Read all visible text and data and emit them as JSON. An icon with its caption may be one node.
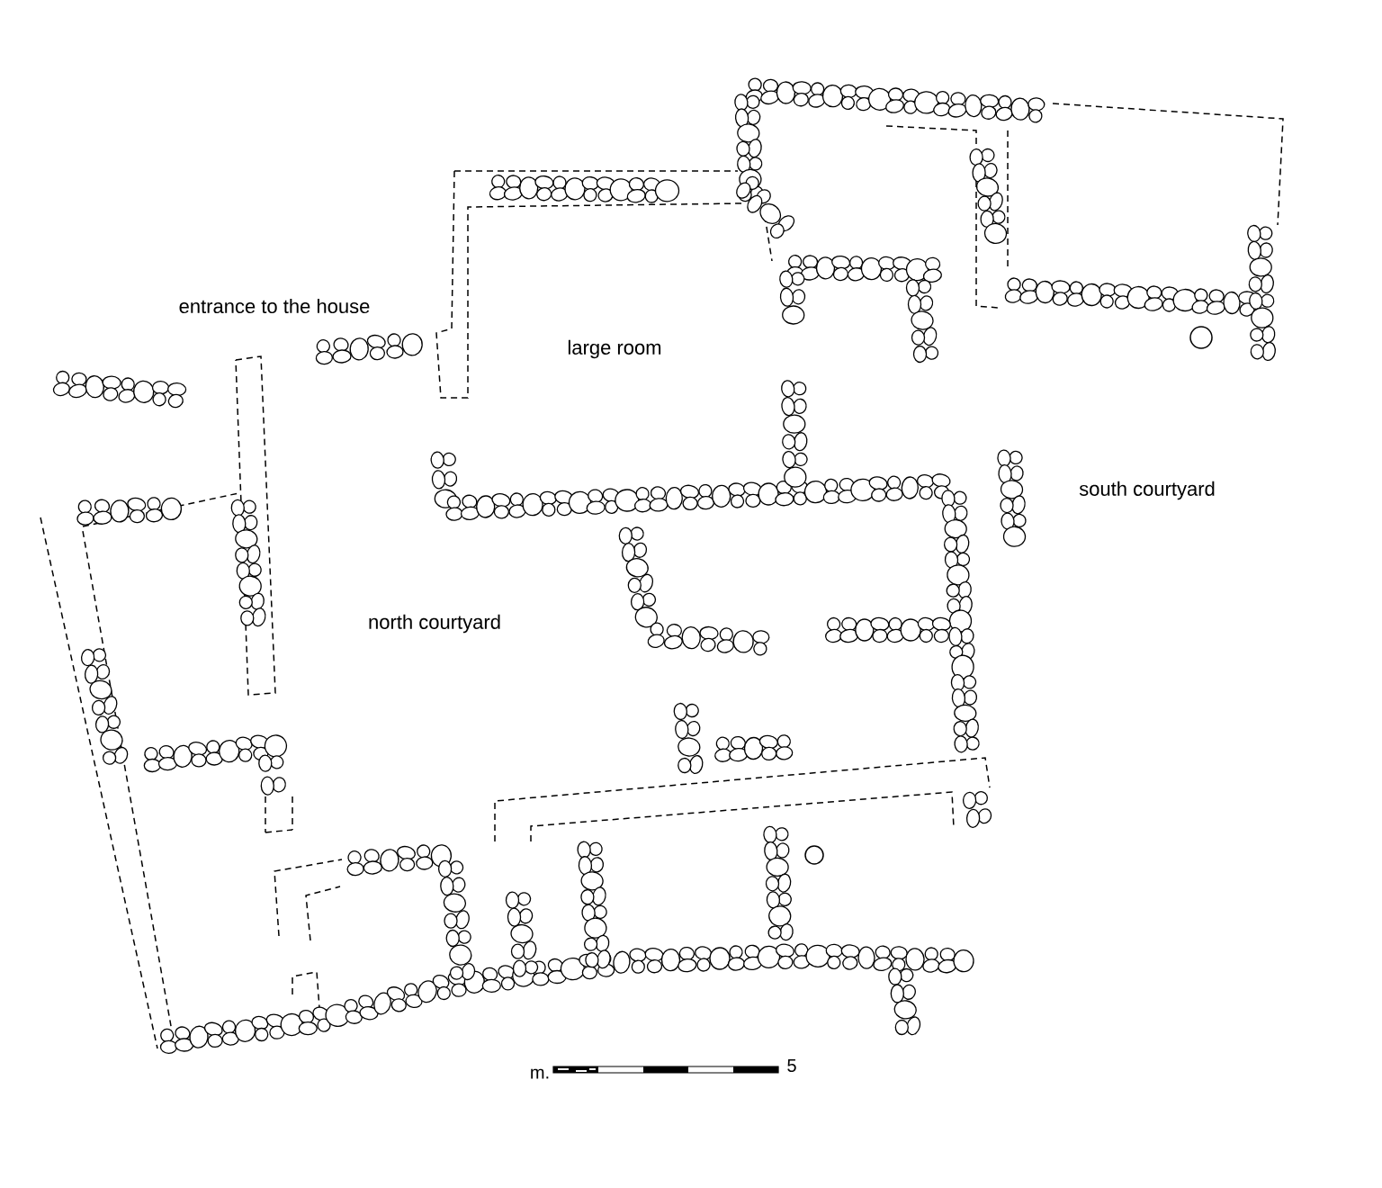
{
  "diagram": {
    "labels": [
      "entrance to the house",
      "large room",
      "south courtyard",
      "north courtyard",
      "m.",
      "5"
    ]
  }
}
